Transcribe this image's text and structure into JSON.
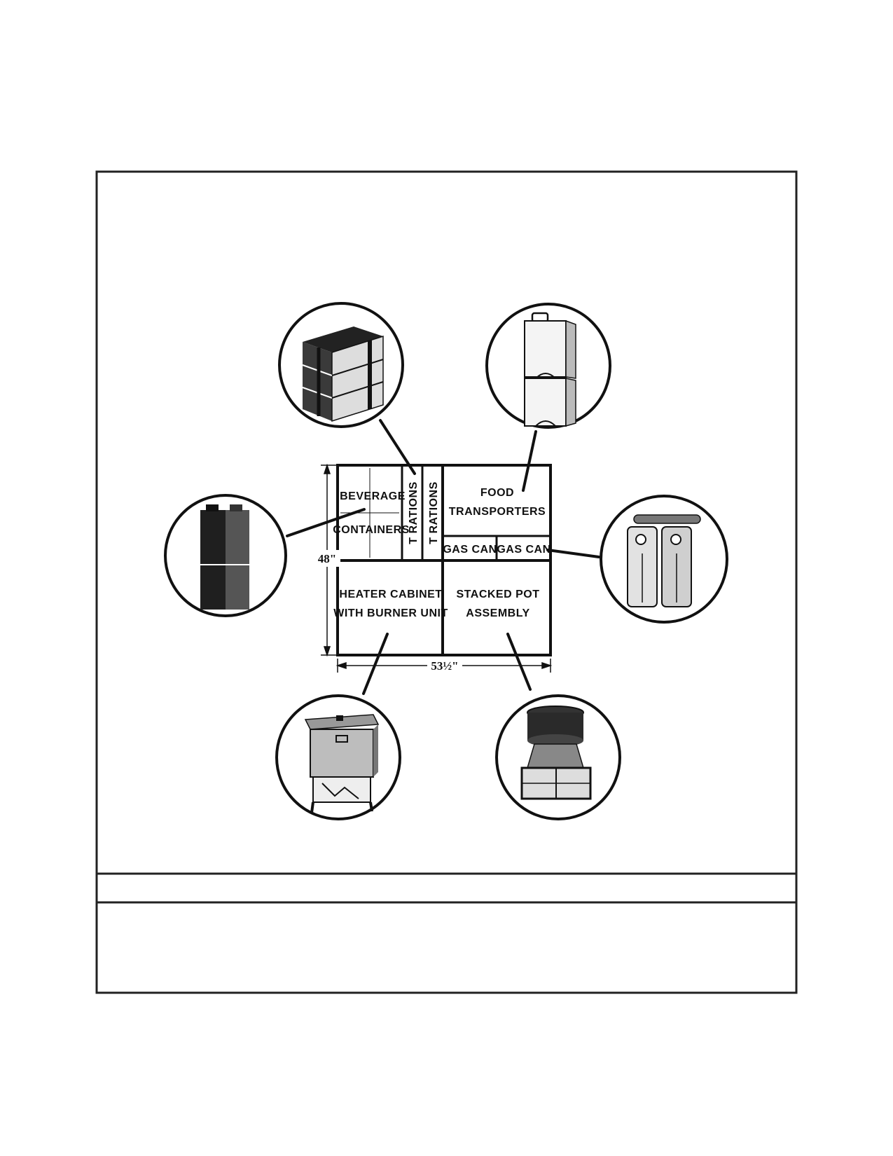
{
  "diagram": {
    "compartments": {
      "beverage_1": "BEVERAGE",
      "beverage_2": "CONTAINERS",
      "t_rations_a": "T RATIONS",
      "t_rations_b": "T RATIONS",
      "food_1": "FOOD",
      "food_2": "TRANSPORTERS",
      "gas_can_left": "GAS CAN",
      "gas_can_right": "GAS CAN",
      "heater_1": "HEATER CABINET",
      "heater_2": "WITH BURNER UNIT",
      "pot_1": "STACKED POT",
      "pot_2": "ASSEMBLY"
    },
    "dimensions": {
      "height": "48\"",
      "width": "53½\""
    },
    "callout_icons": [
      "t-rations-boxes-icon",
      "food-transporter-icon",
      "beverage-containers-icon",
      "gas-cans-icon",
      "heater-cabinet-icon",
      "stacked-pot-assembly-icon"
    ]
  }
}
